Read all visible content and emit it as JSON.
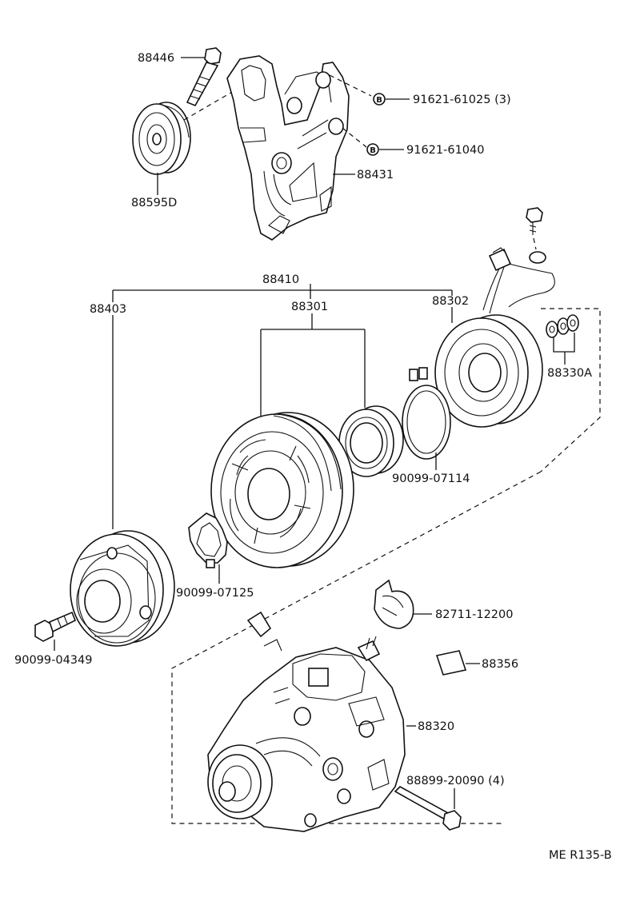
{
  "labels": {
    "p88446": "88446",
    "p91621_61025": "91621-61025 (3)",
    "p91621_61040": "91621-61040",
    "p88431": "88431",
    "p88595d": "88595D",
    "p88410": "88410",
    "p88403": "88403",
    "p88301": "88301",
    "p88302": "88302",
    "p88330a": "88330A",
    "p90099_07114": "90099-07114",
    "p90099_07125": "90099-07125",
    "p90099_04349": "90099-04349",
    "p82711_12200": "82711-12200",
    "p88356": "88356",
    "p88320": "88320",
    "p88899_20090": "88899-20090 (4)",
    "code": "ME R135-B"
  },
  "markers": {
    "b1": "B",
    "b2": "B"
  }
}
